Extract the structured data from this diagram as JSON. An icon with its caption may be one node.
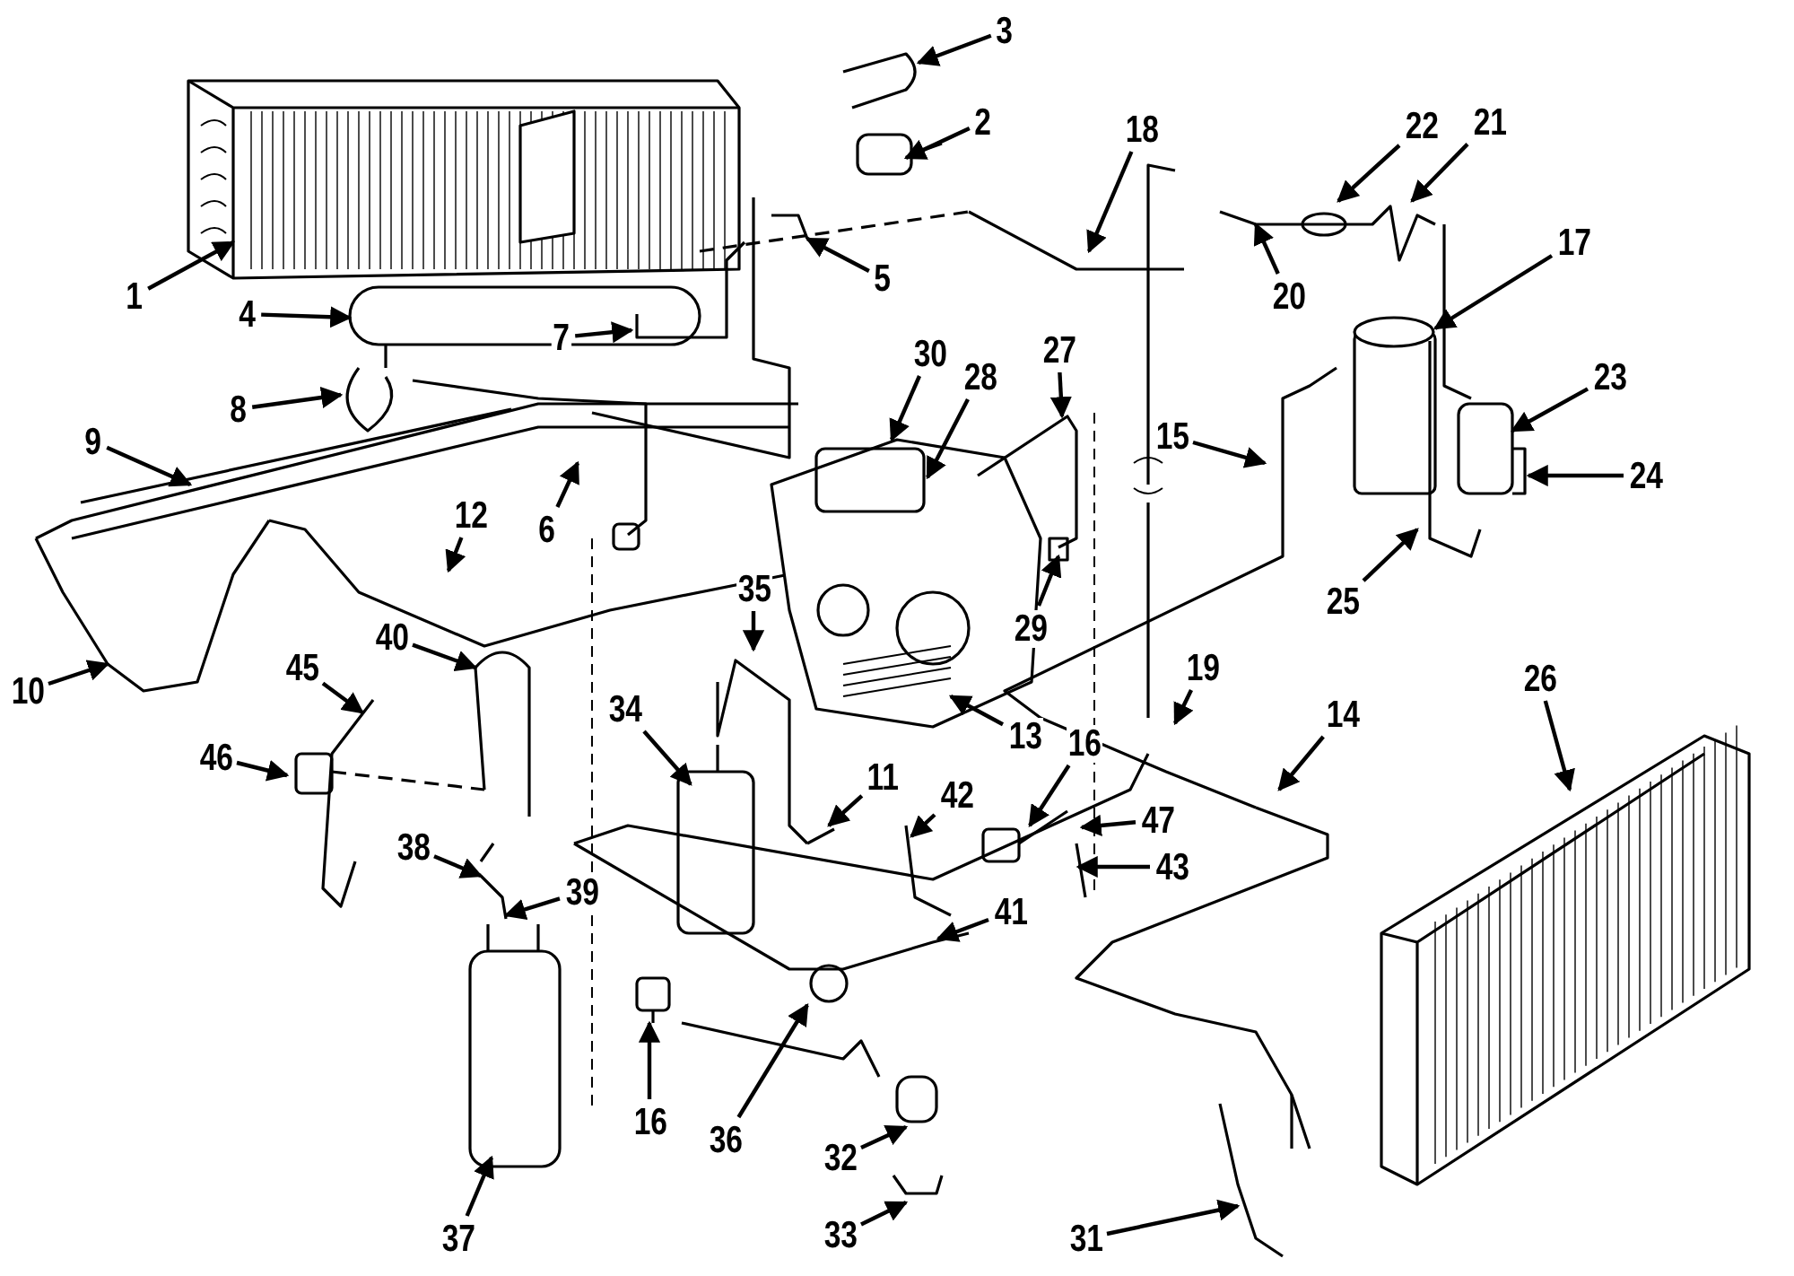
{
  "diagram": {
    "nodes": [
      {
        "text": [
          "3"
        ]
      },
      {
        "text": [
          "2"
        ]
      },
      {
        "text": [
          "18"
        ]
      },
      {
        "text": [
          "22"
        ]
      },
      {
        "text": [
          "21"
        ]
      },
      {
        "text": [
          "17"
        ]
      },
      {
        "text": [
          "5"
        ]
      },
      {
        "text": [
          "1"
        ]
      },
      {
        "text": [
          "20"
        ]
      },
      {
        "text": [
          "4"
        ]
      },
      {
        "text": [
          "7"
        ]
      },
      {
        "text": [
          "30"
        ]
      },
      {
        "text": [
          "27"
        ]
      },
      {
        "text": [
          "28"
        ]
      },
      {
        "text": [
          "23"
        ]
      },
      {
        "text": [
          "8"
        ]
      },
      {
        "text": [
          "15"
        ]
      },
      {
        "text": [
          "9"
        ]
      },
      {
        "text": [
          "24"
        ]
      },
      {
        "text": [
          "12"
        ]
      },
      {
        "text": [
          "6"
        ]
      },
      {
        "text": [
          "35"
        ]
      },
      {
        "text": [
          "25"
        ]
      },
      {
        "text": [
          "29"
        ]
      },
      {
        "text": [
          "40"
        ]
      },
      {
        "text": [
          "45"
        ]
      },
      {
        "text": [
          "19"
        ]
      },
      {
        "text": [
          "26"
        ]
      },
      {
        "text": [
          "10"
        ]
      },
      {
        "text": [
          "34"
        ]
      },
      {
        "text": [
          "14"
        ]
      },
      {
        "text": [
          "13"
        ]
      },
      {
        "text": [
          "46"
        ]
      },
      {
        "text": [
          "11"
        ]
      },
      {
        "text": [
          "16"
        ]
      },
      {
        "text": [
          "42"
        ]
      },
      {
        "text": [
          "47"
        ]
      },
      {
        "text": [
          "38"
        ]
      },
      {
        "text": [
          "43"
        ]
      },
      {
        "text": [
          "39"
        ]
      },
      {
        "text": [
          "41"
        ]
      },
      {
        "text": [
          "16"
        ]
      },
      {
        "text": [
          "36"
        ]
      },
      {
        "text": [
          "32"
        ]
      },
      {
        "text": [
          "33"
        ]
      },
      {
        "text": [
          "37"
        ]
      },
      {
        "text": [
          "31"
        ]
      }
    ],
    "edges": [
      {
        "from": 0,
        "to": null,
        "arrow": "to"
      },
      {
        "from": 1,
        "to": null,
        "arrow": "to"
      },
      {
        "from": 2,
        "to": null,
        "arrow": "to"
      },
      {
        "from": 3,
        "to": null,
        "arrow": "to"
      },
      {
        "from": 4,
        "to": null,
        "arrow": "to"
      },
      {
        "from": 5,
        "to": null,
        "arrow": "to"
      },
      {
        "from": 6,
        "to": null,
        "arrow": "to"
      },
      {
        "from": 7,
        "to": null,
        "arrow": "to"
      },
      {
        "from": 8,
        "to": null,
        "arrow": "to"
      },
      {
        "from": 9,
        "to": null,
        "arrow": "to"
      },
      {
        "from": 10,
        "to": null,
        "arrow": "to"
      },
      {
        "from": 11,
        "to": null,
        "arrow": "to"
      },
      {
        "from": 12,
        "to": null,
        "arrow": "to"
      },
      {
        "from": 13,
        "to": null,
        "arrow": "to"
      },
      {
        "from": 14,
        "to": null,
        "arrow": "to"
      },
      {
        "from": 15,
        "to": null,
        "arrow": "to"
      },
      {
        "from": 16,
        "to": null,
        "arrow": "to"
      },
      {
        "from": 17,
        "to": null,
        "arrow": "to"
      },
      {
        "from": 18,
        "to": null,
        "arrow": "to"
      },
      {
        "from": 19,
        "to": null,
        "arrow": "to"
      },
      {
        "from": 20,
        "to": null,
        "arrow": "to"
      },
      {
        "from": 21,
        "to": null,
        "arrow": "to"
      },
      {
        "from": 22,
        "to": null,
        "arrow": "to"
      },
      {
        "from": 23,
        "to": null,
        "arrow": "to"
      },
      {
        "from": 24,
        "to": null,
        "arrow": "to"
      },
      {
        "from": 25,
        "to": null,
        "arrow": "to"
      },
      {
        "from": 26,
        "to": null,
        "arrow": "to"
      },
      {
        "from": 27,
        "to": null,
        "arrow": "to"
      },
      {
        "from": 28,
        "to": null,
        "arrow": "to"
      },
      {
        "from": 29,
        "to": null,
        "arrow": "to"
      },
      {
        "from": 30,
        "to": null,
        "arrow": "to"
      },
      {
        "from": 31,
        "to": null,
        "arrow": "to"
      },
      {
        "from": 32,
        "to": null,
        "arrow": "to"
      },
      {
        "from": 33,
        "to": null,
        "arrow": "to"
      },
      {
        "from": 34,
        "to": null,
        "arrow": "to"
      },
      {
        "from": 35,
        "to": null,
        "arrow": "to"
      },
      {
        "from": 36,
        "to": null,
        "arrow": "to"
      },
      {
        "from": 37,
        "to": null,
        "arrow": "to"
      },
      {
        "from": 38,
        "to": null,
        "arrow": "to"
      },
      {
        "from": 39,
        "to": null,
        "arrow": "to"
      },
      {
        "from": 40,
        "to": null,
        "arrow": "to"
      },
      {
        "from": 41,
        "to": null,
        "arrow": "to"
      },
      {
        "from": 42,
        "to": null,
        "arrow": "to"
      },
      {
        "from": 43,
        "to": null,
        "arrow": "to"
      },
      {
        "from": 44,
        "to": null,
        "arrow": "to"
      },
      {
        "from": 45,
        "to": null,
        "arrow": "to"
      },
      {
        "from": 46,
        "to": null,
        "arrow": "to"
      }
    ]
  }
}
